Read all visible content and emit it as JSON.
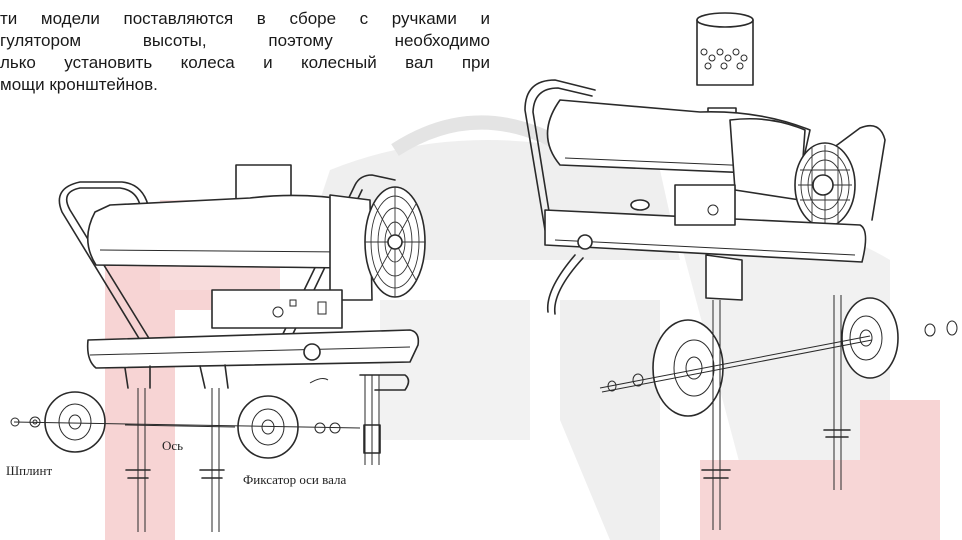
{
  "instruction_text": [
    "ти модели поставляются в сборе с ручками и",
    "гулятором высоты, поэтому необходимо",
    "лько установить колеса и колесный вал при",
    "мощи кронштейнов."
  ],
  "labels": {
    "axle": "Ось",
    "cotter_pin": "Шплинт",
    "axle_retainer": "Фиксатор оси вала"
  },
  "colors": {
    "text": "#1a1a1a",
    "line": "#2a2a2a",
    "watermark_gray": "#ececec",
    "watermark_red": "#f7d4d4"
  },
  "icons": [
    "logo-watermark",
    "heater-assembly-drawing"
  ]
}
